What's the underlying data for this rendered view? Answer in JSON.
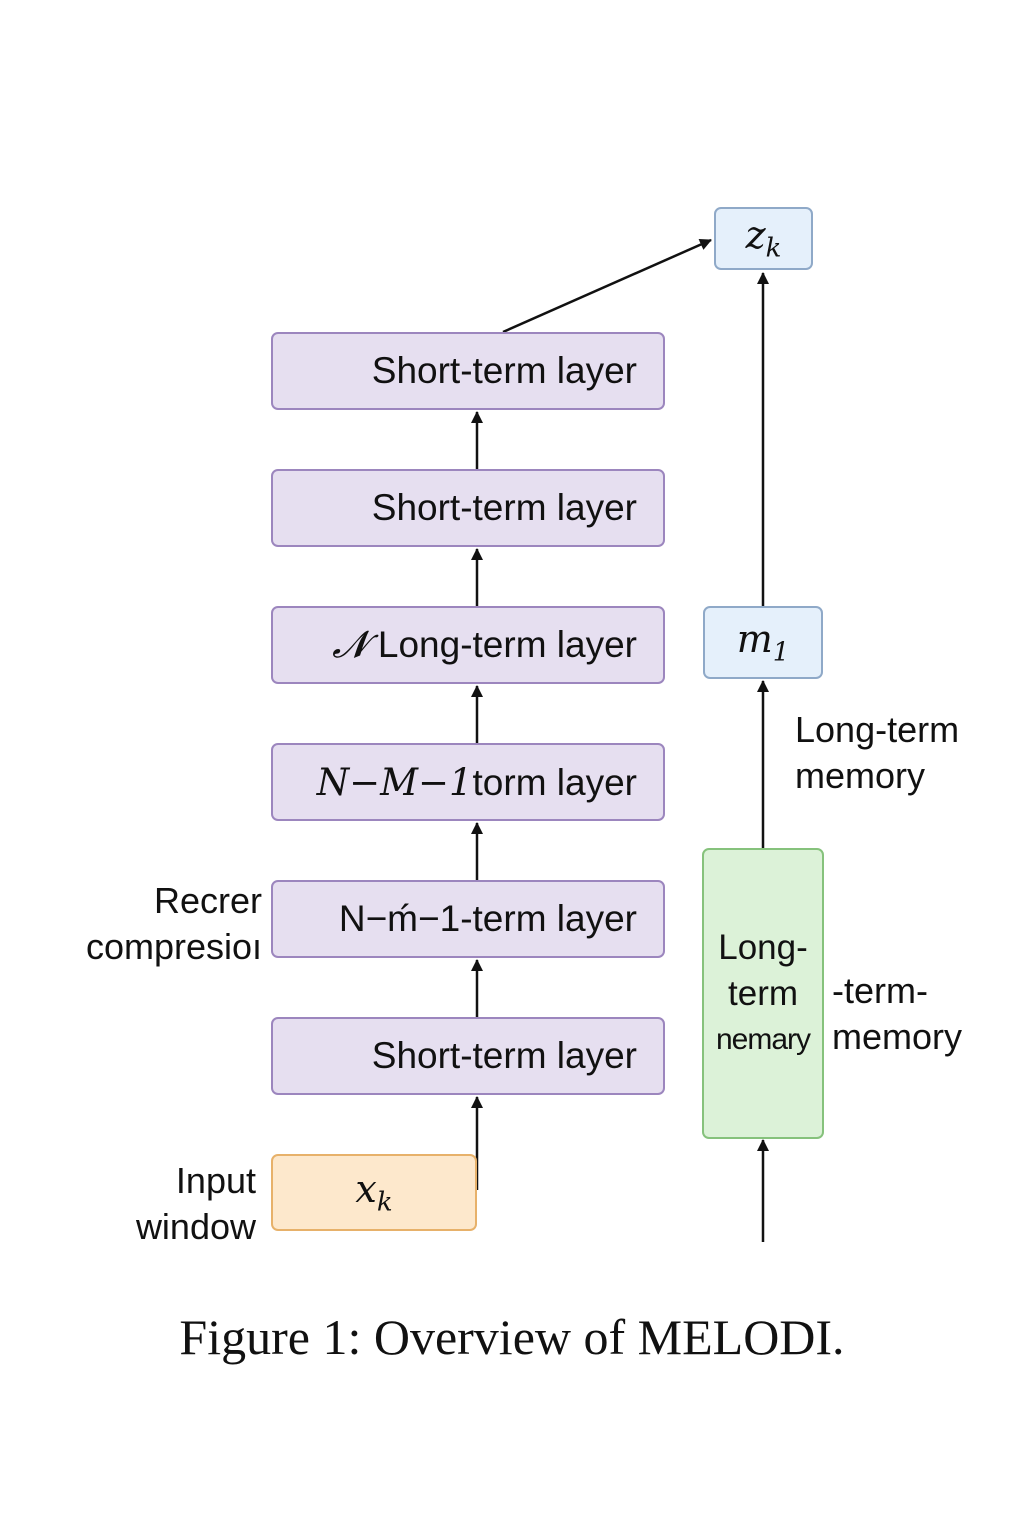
{
  "layers": [
    {
      "prefix": "",
      "label": "Short-term layer"
    },
    {
      "prefix": "",
      "label": "Short-term layer"
    },
    {
      "prefix": "𝓝",
      "label": "Long-term layer"
    },
    {
      "prefix": "N−M−1",
      "label": "torm layer"
    },
    {
      "prefix": "N−ḿ−1",
      "label": "-term layer"
    },
    {
      "prefix": "",
      "label": "Short-term layer"
    }
  ],
  "nodes": {
    "output": {
      "base": "z",
      "sub": "k"
    },
    "memory": {
      "base": "m",
      "sub": "1"
    },
    "input": {
      "base": "x",
      "sub": "k"
    }
  },
  "memory_block": {
    "line1": "Long-",
    "line2": "term",
    "line3": "nemary"
  },
  "labels": {
    "long_term_memory_1": "Long-term",
    "long_term_memory_2": "memory",
    "recurrent_1": "Recrer",
    "recurrent_2": "compresioı",
    "term_1": "-term-",
    "term_2": "memory",
    "input_1": "Input",
    "input_2": "window"
  },
  "caption": "Figure 1: Overview of MELODI.",
  "colors": {
    "layer_fill": "#e6dff0",
    "layer_border": "#9c86be",
    "memory_fill": "#e5f0fb",
    "memory_border": "#8fa9c8",
    "input_fill": "#fde8cc",
    "input_border": "#e7b16a",
    "block_fill": "#dcf2d8",
    "block_border": "#86c27c",
    "arrow": "#111111"
  }
}
